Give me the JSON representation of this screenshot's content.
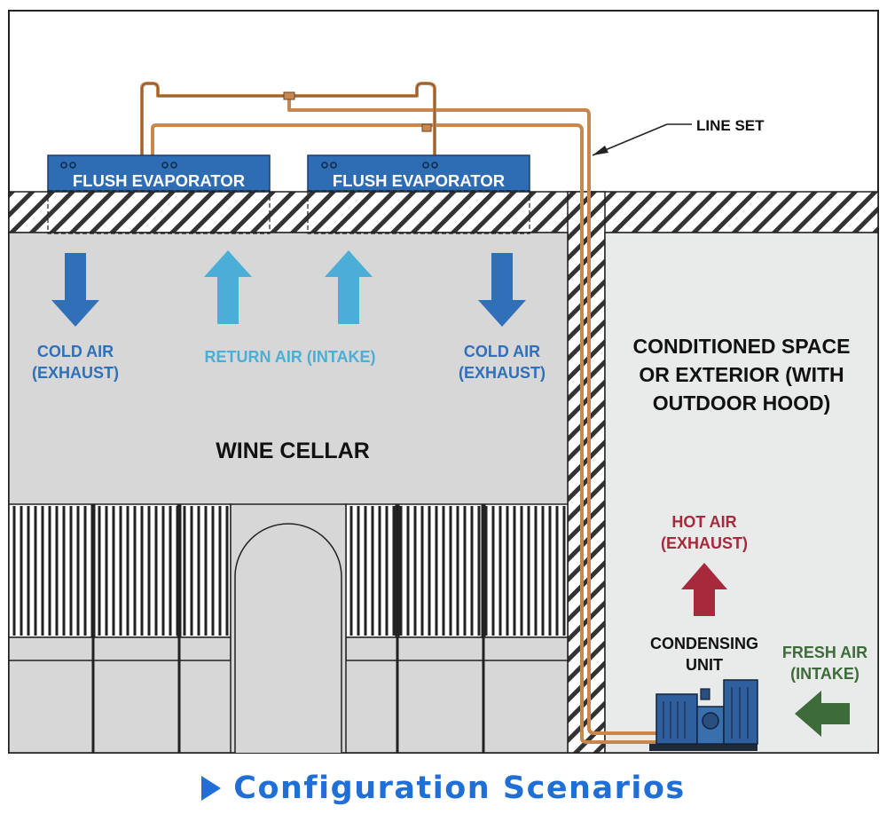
{
  "labels": {
    "line_set": "LINE SET",
    "evaporator_1": "FLUSH EVAPORATOR",
    "evaporator_2": "FLUSH EVAPORATOR",
    "cold_air_left_1": "COLD AIR",
    "cold_air_left_2": "(EXHAUST)",
    "return_air": "RETURN AIR (INTAKE)",
    "cold_air_right_1": "COLD AIR",
    "cold_air_right_2": "(EXHAUST)",
    "wine_cellar": "WINE CELLAR",
    "conditioned_1": "CONDITIONED SPACE",
    "conditioned_2": "OR EXTERIOR (WITH",
    "conditioned_3": "OUTDOOR HOOD)",
    "hot_air_1": "HOT AIR",
    "hot_air_2": "(EXHAUST)",
    "condensing_1": "CONDENSING",
    "condensing_2": "UNIT",
    "fresh_air_1": "FRESH AIR",
    "fresh_air_2": "(INTAKE)"
  },
  "footer": {
    "title": "Configuration Scenarios",
    "icon": "play-triangle-icon"
  },
  "colors": {
    "evaporator": "#2e6db4",
    "cold_air": "#2f70b8",
    "return_air": "#4aaed6",
    "hot_air": "#a62a3c",
    "fresh_air": "#3d6b39",
    "pipe": "#c8874f",
    "cellar": "#d7d7d7",
    "conditioned": "#e9ebeb",
    "title_blue": "#1f6fd6"
  }
}
